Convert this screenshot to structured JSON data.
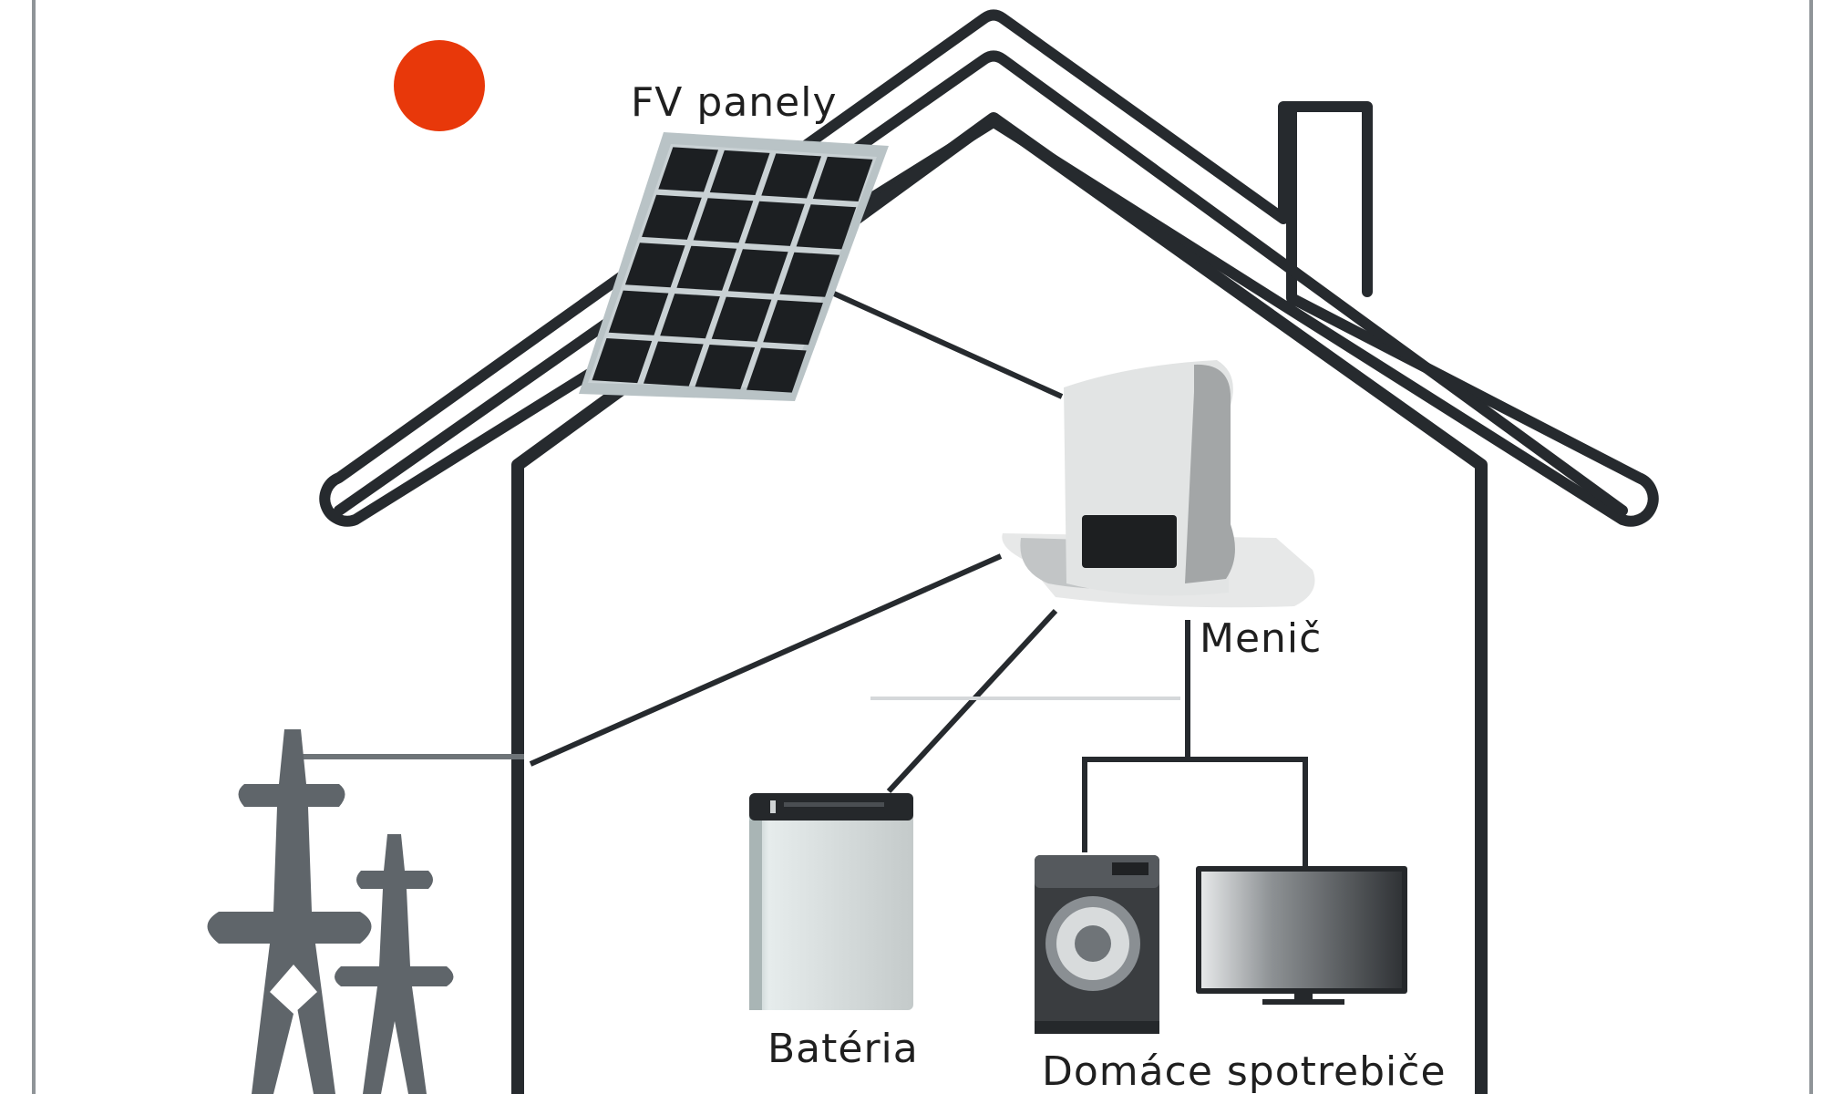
{
  "labels": {
    "panels": "FV panely",
    "inverter": "Menič",
    "battery": "Batéria",
    "appliances": "Domáce spotrebiče"
  },
  "colors": {
    "sun": "#e8380a",
    "line": "#262a2e",
    "frame": "#8f9498",
    "pylon": "#5f656a",
    "panel_frame": "#b9c3c6",
    "panel_cell": "#1c1f22",
    "inverter_body": "#e2e4e4",
    "inverter_shadow": "#a3a6a7",
    "battery_body": "#ccd3d3",
    "battery_top": "#25282b",
    "tv_screen": "#3c3f42"
  },
  "icons": [
    "sun-icon",
    "solar-panel-icon",
    "inverter-icon",
    "battery-icon",
    "washing-machine-icon",
    "television-icon",
    "power-pylon-icon"
  ]
}
